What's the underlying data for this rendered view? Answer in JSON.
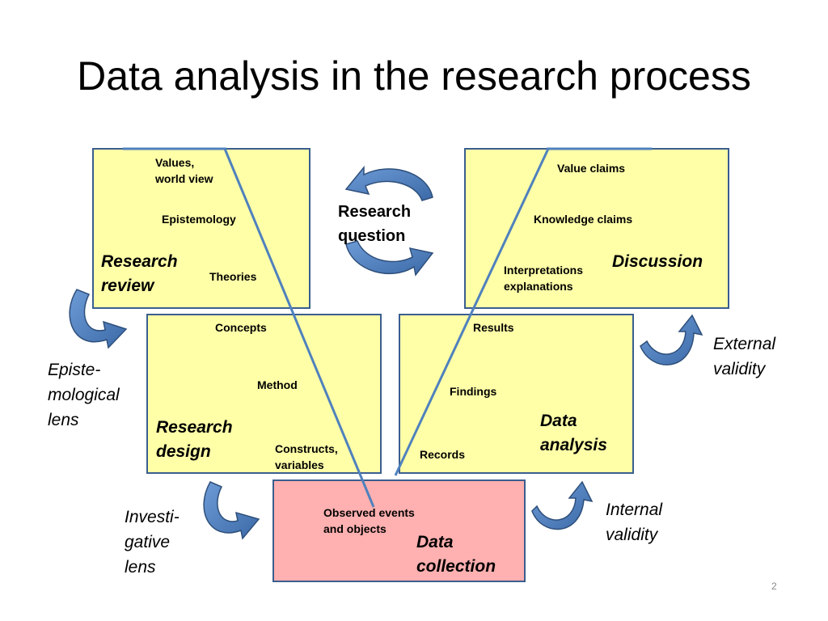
{
  "title": "Data analysis in the research process",
  "page_number": "2",
  "colors": {
    "box_border": "#3a5e8f",
    "box_yellow": "#ffffa8",
    "box_pink": "#ffb0b0",
    "arrow_fill": "#4f81bd",
    "arrow_stroke": "#2e4f7a",
    "v_line": "#4f81bd"
  },
  "center": {
    "research_question": [
      "Research",
      "question"
    ]
  },
  "boxes": {
    "research_review": {
      "label": [
        "Research",
        "review"
      ],
      "items": [
        [
          "Values,",
          "world view"
        ],
        [
          "Epistemology"
        ],
        [
          "Theories"
        ]
      ]
    },
    "research_design": {
      "label": [
        "Research",
        "design"
      ],
      "items": [
        [
          "Concepts"
        ],
        [
          "Method"
        ],
        [
          "Constructs,",
          "variables"
        ]
      ]
    },
    "data_collection": {
      "label": [
        "Data",
        "collection"
      ],
      "items": [
        [
          "Observed events",
          "and objects"
        ]
      ]
    },
    "data_analysis": {
      "label": [
        "Data",
        "analysis"
      ],
      "items": [
        [
          "Results"
        ],
        [
          "Findings"
        ],
        [
          "Records"
        ]
      ]
    },
    "discussion": {
      "label": [
        "Discussion"
      ],
      "items": [
        [
          "Value claims"
        ],
        [
          "Knowledge claims"
        ],
        [
          "Interpretations",
          "explanations"
        ]
      ]
    }
  },
  "lenses": {
    "epistemological": [
      "Episte-",
      "mological",
      "lens"
    ],
    "investigative": [
      "Investi-",
      "gative",
      "lens"
    ],
    "external_validity": [
      "External",
      "validity"
    ],
    "internal_validity": [
      "Internal",
      "validity"
    ]
  },
  "icons": {
    "cycle": "circular-arrows-icon",
    "curved_arrow": "curved-arrow-icon"
  }
}
